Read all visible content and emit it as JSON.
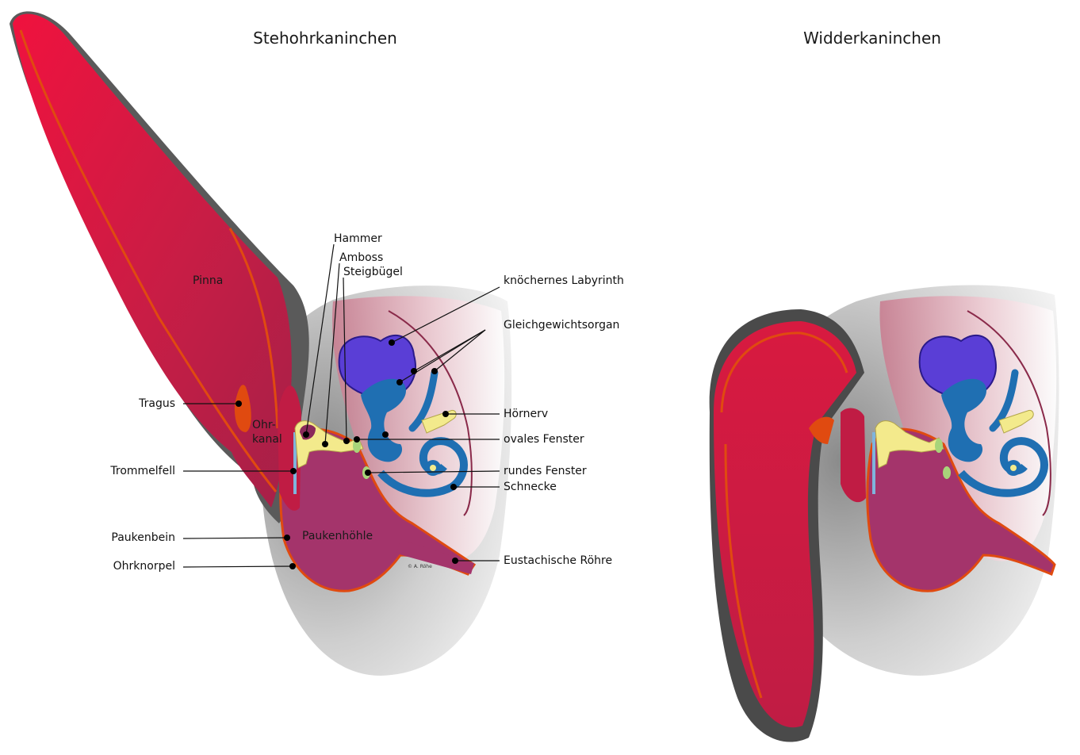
{
  "titles": {
    "left": "Stehohrkaninchen",
    "right": "Widderkaninchen"
  },
  "labels": {
    "pinna": "Pinna",
    "ohrkanal_1": "Ohr-",
    "ohrkanal_2": "kanal",
    "paukenhoehle": "Paukenhöhle",
    "copyright": "© A. Röhe",
    "hammer": "Hammer",
    "amboss": "Amboss",
    "steigbuegel": "Steigbügel",
    "labyrinth": "knöchernes Labyrinth",
    "gleichgewicht": "Gleichgewichtsorgan",
    "hoernerv": "Hörnerv",
    "ovales_fenster": "ovales Fenster",
    "rundes_fenster": "rundes Fenster",
    "schnecke": "Schnecke",
    "eustachische": "Eustachische Röhre",
    "tragus": "Tragus",
    "trommelfell": "Trommelfell",
    "paukenbein": "Paukenbein",
    "ohrknorpel": "Ohrknorpel"
  },
  "colors": {
    "ear_red": "#d9143f",
    "cartilage_orange": "#e04a10",
    "cavity_purple": "#a4346b",
    "bone_yellow": "#f3ea8c",
    "labyrinth_blue": "#1f6fb2",
    "labyrinth_purple": "#5a3ed6",
    "skull_grey": "#5a5a5a"
  }
}
